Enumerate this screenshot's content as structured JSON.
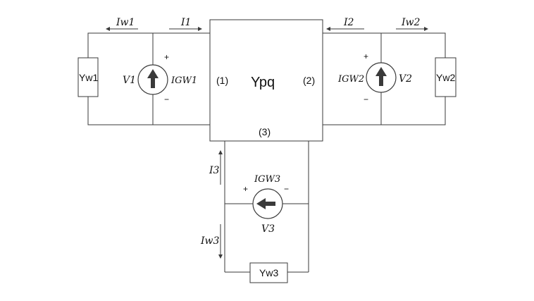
{
  "network": {
    "label": "Ypq",
    "ports": {
      "p1": "(1)",
      "p2": "(2)",
      "p3": "(3)"
    }
  },
  "branch1": {
    "iw_label": "Iw1",
    "i_label": "I1",
    "y_label": "Yw1",
    "v_label": "V1",
    "igw_label": "IGW1",
    "plus": "+",
    "minus": "−"
  },
  "branch2": {
    "iw_label": "Iw2",
    "i_label": "I2",
    "y_label": "Yw2",
    "v_label": "V2",
    "igw_label": "IGW2",
    "plus": "+",
    "minus": "−"
  },
  "branch3": {
    "iw_label": "Iw3",
    "i_label": "I3",
    "y_label": "Yw3",
    "v_label": "V3",
    "igw_label": "IGW3",
    "plus": "+",
    "minus": "−"
  }
}
